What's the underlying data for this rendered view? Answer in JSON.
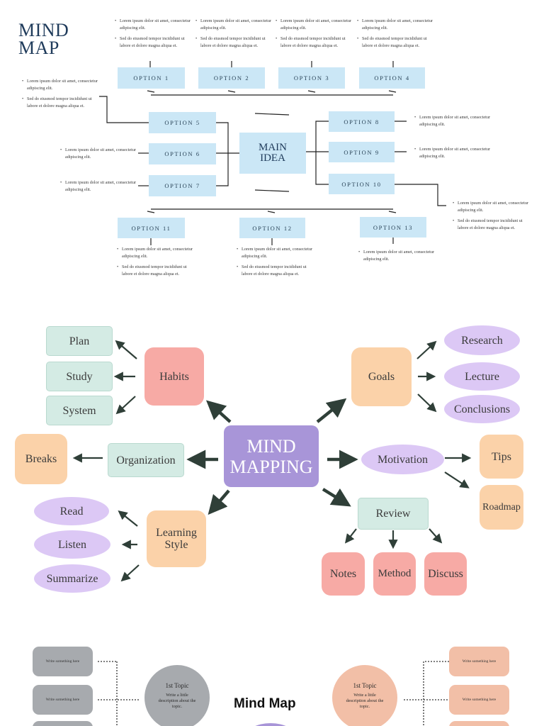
{
  "panel1": {
    "title_line1": "MIND",
    "title_line2": "MAP",
    "main_idea_line1": "MAIN",
    "main_idea_line2": "IDEA",
    "options": [
      "OPTION 1",
      "OPTION 2",
      "OPTION 3",
      "OPTION 4",
      "OPTION 5",
      "OPTION 6",
      "OPTION 7",
      "OPTION 8",
      "OPTION 9",
      "OPTION 10",
      "OPTION 11",
      "OPTION 12",
      "OPTION 13"
    ],
    "bullet_a": "Lorem ipsum dolor sit amet, consectetur adipiscing elit.",
    "bullet_b": "Sed do eiusmod tempor incididunt ut labore et dolore magna aliqua et.",
    "box_color": "#cbe7f6"
  },
  "panel2": {
    "center_line1": "MIND",
    "center_line2": "MAPPING",
    "habits": "Habits",
    "plan": "Plan",
    "study": "Study",
    "system": "System",
    "goals": "Goals",
    "research": "Research",
    "lecture": "Lecture",
    "conclusions": "Conclusions",
    "organization": "Organization",
    "breaks": "Breaks",
    "motivation": "Motivation",
    "tips": "Tips",
    "roadmap": "Roadmap",
    "learning_style_line1": "Learning",
    "learning_style_line2": "Style",
    "read": "Read",
    "listen": "Listen",
    "summarize": "Summarize",
    "review": "Review",
    "notes": "Notes",
    "method": "Method",
    "discuss": "Discuss",
    "colors": {
      "mint": "#d4ebe4",
      "pink": "#f7aaa5",
      "peach": "#fbd2a9",
      "lavender": "#dcc8f5",
      "purple": "#a895d8",
      "arrow": "#2f3f38"
    }
  },
  "panel3": {
    "title": "Mind Map",
    "topic_title": "1st Topic",
    "topic_desc": "Write a little description about the topic.",
    "pill_text": "Write something here",
    "colors": {
      "gray": "#a7aaae",
      "salmon": "#f2bfa7"
    }
  }
}
